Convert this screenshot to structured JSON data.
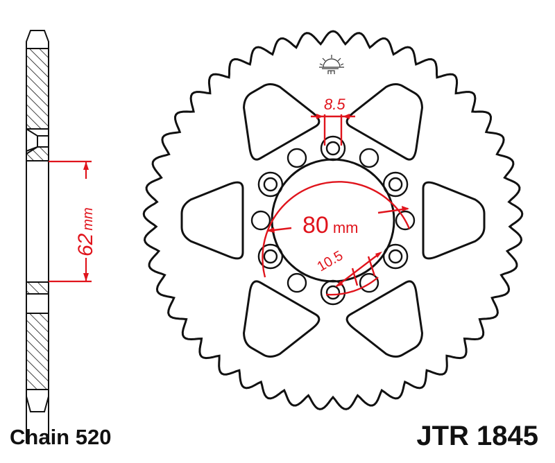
{
  "title": "Rear sprocket technical drawing",
  "colors": {
    "line": "#111111",
    "dimension": "#e0141c",
    "background": "#ffffff"
  },
  "labels": {
    "chain": "Chain 520",
    "part_number": "JTR 1845"
  },
  "dimensions": {
    "center_bore": {
      "value": "80",
      "unit": "mm"
    },
    "bolt_hole": {
      "value": "8.5"
    },
    "bolt_hole_large": {
      "value": "10.5"
    },
    "side_offset": {
      "value": "62",
      "unit": "mm"
    }
  },
  "sprocket": {
    "teeth": 45,
    "windows": 6,
    "bolt_holes": 12
  },
  "icons": [
    "sun-logo-icon"
  ]
}
